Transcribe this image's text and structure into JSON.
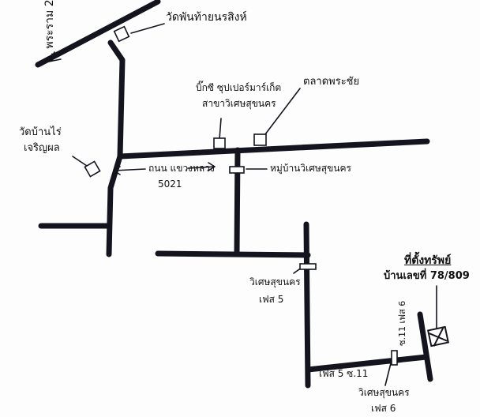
{
  "map": {
    "road_labels": {
      "praram2": "ถ. พระราม 2",
      "local_road": "ถนน แขวงหลวง",
      "local_road_no": "5021",
      "phase5_soi11": "เฟส 5 ซ.11",
      "soi11_vertical": "ซ.11 เฟส 6"
    },
    "landmarks": {
      "temple_phanthaiw": "วัดพันท้ายนรสิงห์",
      "temple_banrai_line1": "วัดบ้านไร่",
      "temple_banrai_line2": "เจริญผล",
      "supermarket_line1": "บิ๊กซี ซุปเปอร์มาร์เก็ต",
      "supermarket_line2": "สาขาวิเศษสุขนคร",
      "market": "ตลาดพระชัย",
      "village_entrance": "หมู่บ้านวิเศษสุขนคร",
      "phase5_line1": "วิเศษสุขนคร",
      "phase5_line2": "เฟส 5",
      "phase6_line1": "วิเศษสุขนคร",
      "phase6_line2": "เฟส 6"
    },
    "destination": {
      "title": "ที่ตั้งทรัพย์",
      "address": "บ้านเลขที่ 78/809"
    }
  }
}
